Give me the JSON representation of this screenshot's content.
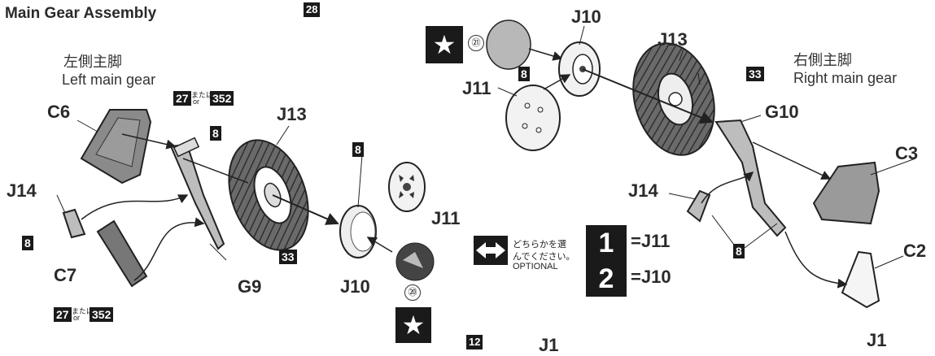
{
  "header": {
    "title": "Main Gear Assembly",
    "step_number": "28",
    "next_step_number": "12"
  },
  "left": {
    "label_jp": "左側主脚",
    "label_en": "Left main gear",
    "paint_code_1": "27",
    "paint_or_jp": "または",
    "paint_or_en": "or",
    "paint_code_2": "352",
    "parts": {
      "c6": "C6",
      "j13": "J13",
      "j14": "J14",
      "c7": "C7",
      "g9": "G9",
      "j10": "J10",
      "j11": "J11"
    },
    "paint_8_a": "8",
    "paint_8_b": "8",
    "paint_8_c": "8",
    "paint_33": "33",
    "decal_20": "⑳"
  },
  "right": {
    "label_jp": "右側主脚",
    "label_en": "Right main gear",
    "parts": {
      "j10": "J10",
      "j13": "J13",
      "j11": "J11",
      "g10": "G10",
      "c3": "C3",
      "j14": "J14",
      "c2": "C2",
      "j1_bottom": "J1",
      "j1_mid": "J1"
    },
    "paint_8_a": "8",
    "paint_8_b": "8",
    "paint_33": "33",
    "decal_21": "㉑"
  },
  "optional": {
    "text_jp_1": "どちらかを選",
    "text_jp_2": "んでください。",
    "text_en": "OPTIONAL",
    "choice_1_num": "1",
    "choice_1_part": "=J11",
    "choice_2_num": "2",
    "choice_2_part": "=J10"
  },
  "colors": {
    "ink": "#2a2a2a",
    "tire": "#555555",
    "decal_gray": "#b8b8b8"
  }
}
